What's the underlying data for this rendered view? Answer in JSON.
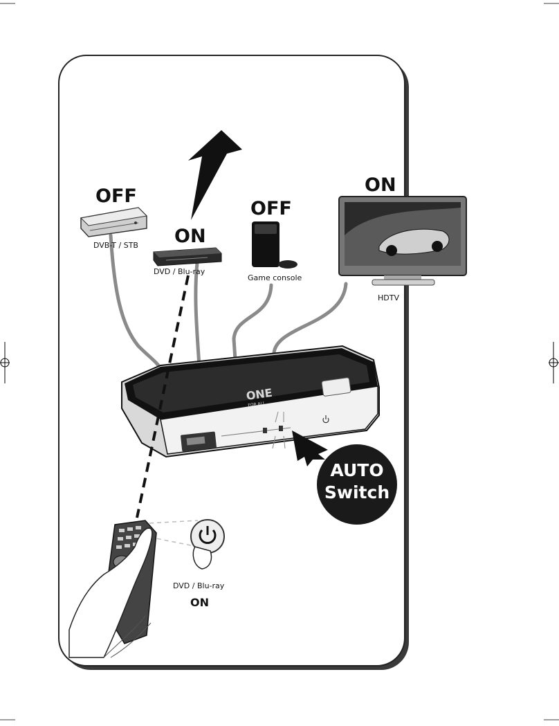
{
  "devices": {
    "stb": {
      "state": "OFF",
      "label": "DVB-T / STB"
    },
    "dvd": {
      "state": "ON",
      "label": "DVD / Blu-ray"
    },
    "console": {
      "state": "OFF",
      "label": "Game console"
    },
    "tv": {
      "state": "ON",
      "label": "HDTV"
    }
  },
  "switch_box": {
    "brand_line1": "ONE",
    "brand_line2": "FOR ALL"
  },
  "auto_badge": {
    "line1": "AUTO",
    "line2": "Switch"
  },
  "remote_action": {
    "label": "DVD / Blu-ray",
    "state": "ON"
  },
  "colors": {
    "badge": "#1a1a1a",
    "card_border": "#222222",
    "cable": "#8a8a8a"
  },
  "icons": [
    "signal-arrow-icon",
    "power-icon",
    "pointer-arrow-icon",
    "registration-mark-icon"
  ]
}
